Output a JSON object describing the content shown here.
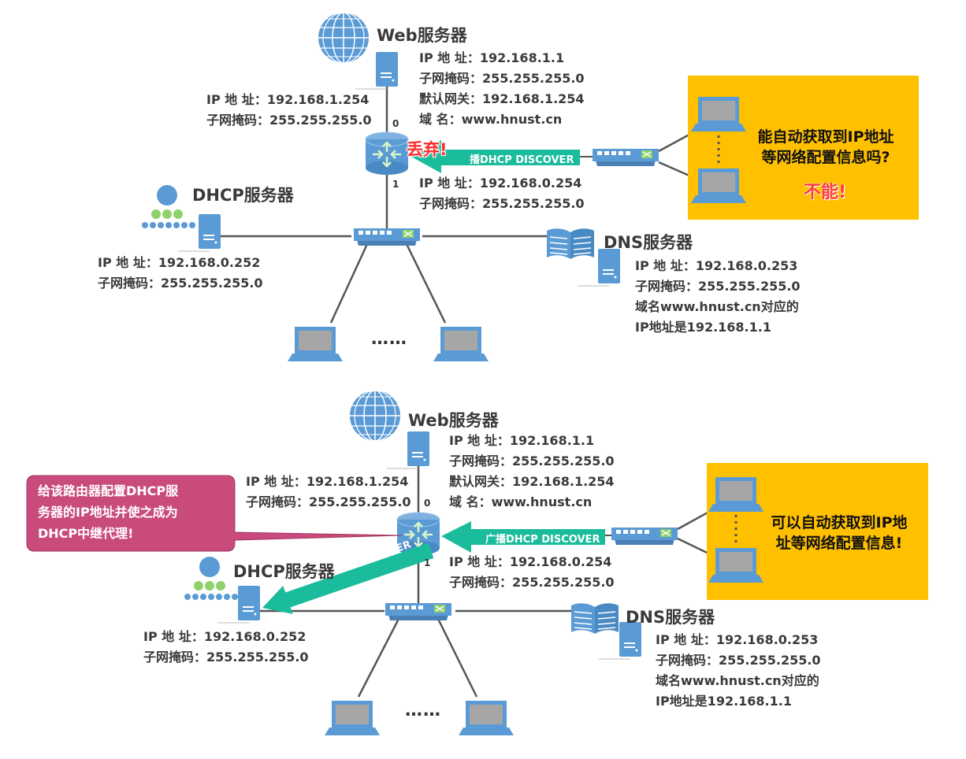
{
  "top": {
    "web": {
      "title": "Web服务器",
      "lines": [
        "IP 地  址：192.168.1.1",
        "子网掩码：255.255.255.0",
        "默认网关：192.168.1.254",
        "域      名：www.hnust.cn"
      ]
    },
    "router_top": {
      "lines": [
        "IP 地  址：192.168.1.254",
        "子网掩码：255.255.255.0"
      ],
      "port0": "0",
      "port1": "1"
    },
    "router_bottom": {
      "lines": [
        "IP 地  址：192.168.0.254",
        "子网掩码：255.255.255.0"
      ]
    },
    "dhcp": {
      "title": "DHCP服务器",
      "lines": [
        "IP 地  址：192.168.0.252",
        "子网掩码：255.255.255.0"
      ]
    },
    "dns": {
      "title": "DNS服务器",
      "lines": [
        "IP 地  址：192.168.0.253",
        "子网掩码：255.255.255.0",
        "域名www.hnust.cn对应的",
        "IP地址是192.168.1.1"
      ]
    },
    "broadcast_label": "播DHCP DISCOVER",
    "drop_label": "丢弃!",
    "question": [
      "能自动获取到IP地址",
      "等网络配置信息吗?"
    ],
    "answer": "不能!",
    "ellipsis": "……"
  },
  "bottom": {
    "web": {
      "title": "Web服务器",
      "lines": [
        "IP 地  址：192.168.1.1",
        "子网掩码：255.255.255.0",
        "默认网关：192.168.1.254",
        "域      名：www.hnust.cn"
      ]
    },
    "router_top": {
      "lines": [
        "IP 地  址：192.168.1.254",
        "子网掩码：255.255.255.0"
      ],
      "port0": "0",
      "port1": "1"
    },
    "router_bottom": {
      "lines": [
        "IP 地  址：192.168.0.254",
        "子网掩码：255.255.255.0"
      ]
    },
    "dhcp": {
      "title": "DHCP服务器",
      "lines": [
        "IP 地  址：192.168.0.252",
        "子网掩码：255.255.255.0"
      ]
    },
    "dns": {
      "title": "DNS服务器",
      "lines": [
        "IP 地  址：192.168.0.253",
        "子网掩码：255.255.255.0",
        "域名www.hnust.cn对应的",
        "IP地址是192.168.1.1"
      ]
    },
    "broadcast_label": "广播DHCP DISCOVER",
    "unicast_label": "单播DHCP DISCOVER",
    "callout": [
      "给该路由器配置DHCP服",
      "务器的IP地址并使之成为",
      "DHCP中继代理!"
    ],
    "answer": [
      "可以自动获取到IP地",
      "址等网络配置信息!"
    ],
    "ellipsis": "……"
  },
  "colors": {
    "device": "#5b9bd5",
    "link": "#555555",
    "arrow": "#1abc9c",
    "box": "#ffc000",
    "callout": "#c94b7b",
    "alert": "#ff2d2d"
  }
}
